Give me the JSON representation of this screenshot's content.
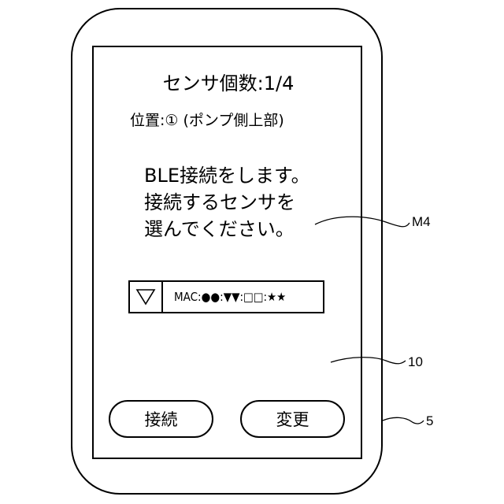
{
  "screen": {
    "title": "センサ個数:1/4",
    "position_label": "位置:① (ポンプ側上部)",
    "message_lines": [
      "BLE接続をします。",
      "接続するセンサを",
      "選んでください。"
    ],
    "selector": {
      "arrow_icon": "triangle-down-icon",
      "selected_value": "MAC:●●:▼▼:□□:★★"
    },
    "buttons": {
      "connect_label": "接続",
      "change_label": "変更"
    }
  },
  "reference_labels": {
    "message": "M4",
    "screen": "10",
    "device": "5"
  }
}
